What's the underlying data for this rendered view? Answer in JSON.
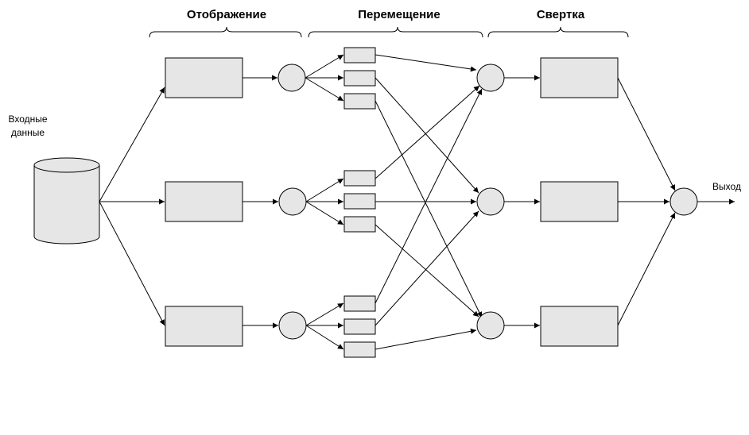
{
  "headers": {
    "map": "Отображение",
    "shuffle": "Перемещение",
    "reduce": "Свертка"
  },
  "input_label": [
    "Входные",
    "данные"
  ],
  "output_label": "Выход",
  "colors": {
    "fill": "#e6e6e6",
    "stroke": "#000000"
  }
}
